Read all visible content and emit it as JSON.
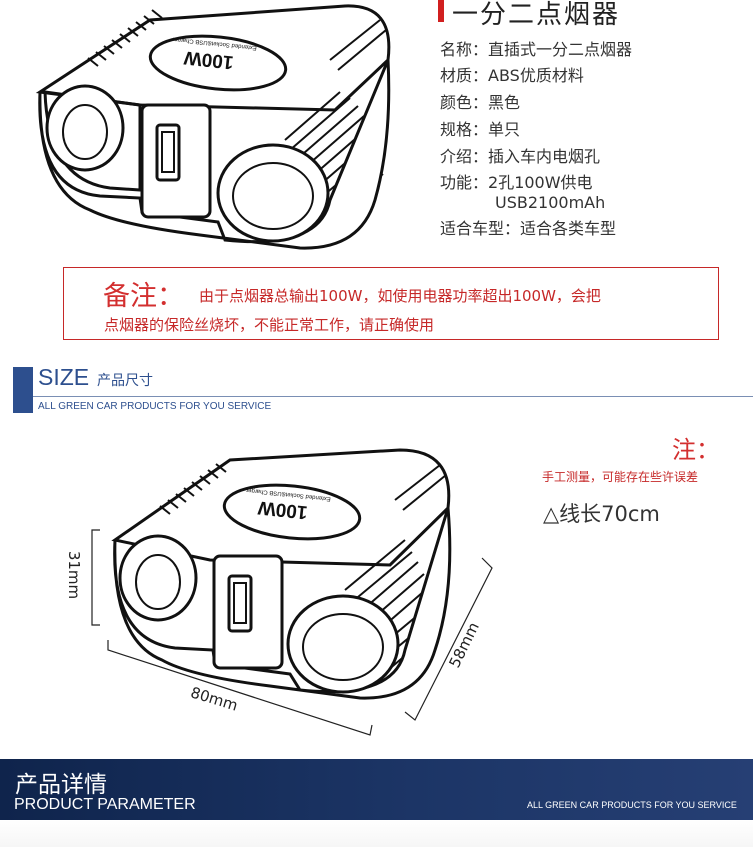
{
  "product": {
    "title": "一分二点烟器",
    "specs": [
      {
        "label": "名称：",
        "value": "直插式一分二点烟器"
      },
      {
        "label": "材质：",
        "value": "ABS优质材料"
      },
      {
        "label": "颜色：",
        "value": "黑色"
      },
      {
        "label": "规格：",
        "value": "单只"
      },
      {
        "label": "介绍：",
        "value": "插入车内电烟孔"
      },
      {
        "label": "功能：",
        "value": "2孔100W供电",
        "value2": "USB2100mAh"
      },
      {
        "label": "适合车型：",
        "value": "适合各类车型"
      }
    ],
    "device_label": "100W",
    "device_sublabel": "Extended Socket&USB Charger"
  },
  "note": {
    "heading": "备注：",
    "line1": "由于点烟器总输出100W，如使用电器功率超出100W，会把",
    "line2": "点烟器的保险丝烧坏，不能正常工作，请正确使用"
  },
  "size_section": {
    "title": "SIZE",
    "subtitle": "产品尺寸",
    "slogan": "ALL GREEN CAR PRODUCTS  FOR YOU SERVICE",
    "dim_height": "31mm",
    "dim_width": "80mm",
    "dim_depth": "58mm",
    "note_heading": "注：",
    "note_text": "手工测量，可能存在些许误差",
    "cable": "△线长70cm"
  },
  "banner": {
    "title_cn": "产品详情",
    "title_en": "PRODUCT PARAMETER",
    "slogan": "ALL GREEN CAR PRODUCTS  FOR YOU SERVICE"
  },
  "colors": {
    "accent_red": "#d32f2f",
    "brand_blue": "#2d4f8e",
    "banner_navy": "#142a57"
  }
}
